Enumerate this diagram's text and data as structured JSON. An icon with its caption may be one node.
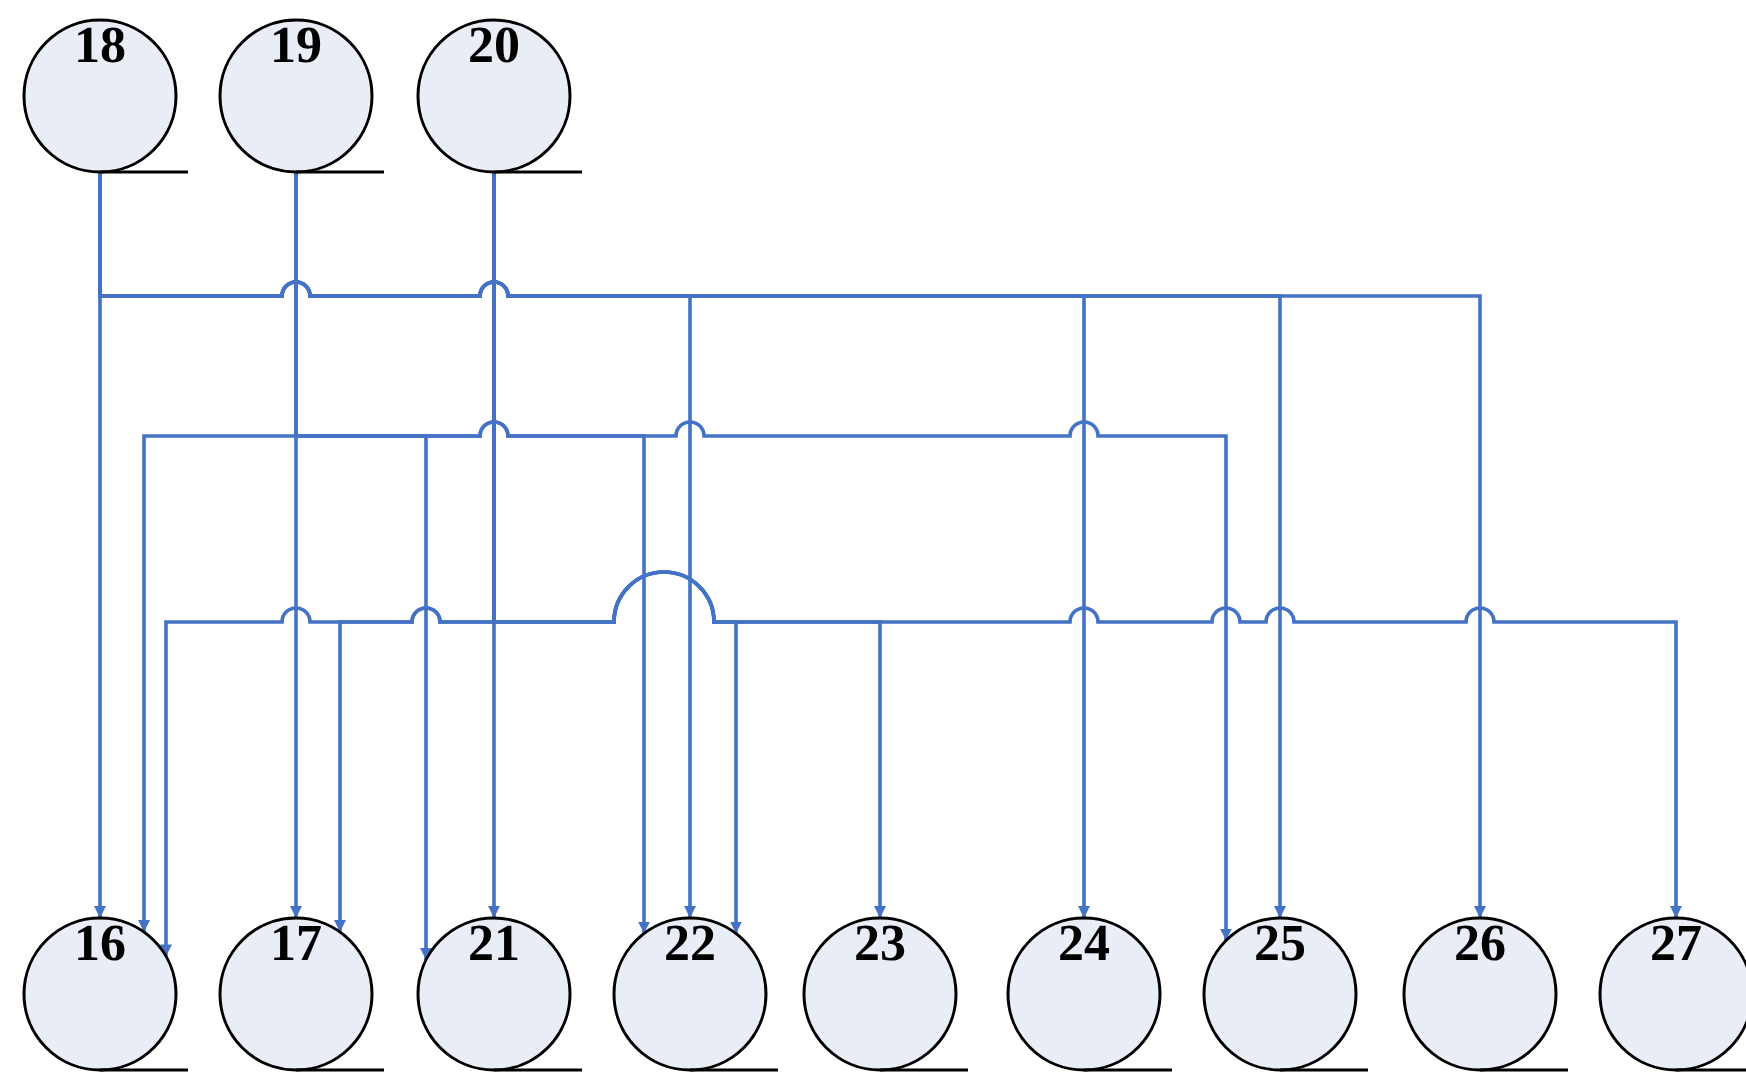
{
  "diagram": {
    "nodes": [
      {
        "text": [
          "18"
        ]
      },
      {
        "text": [
          "19"
        ]
      },
      {
        "text": [
          "20"
        ]
      },
      {
        "text": [
          "16"
        ]
      },
      {
        "text": [
          "17"
        ]
      },
      {
        "text": [
          "21"
        ]
      },
      {
        "text": [
          "22"
        ]
      },
      {
        "text": [
          "23"
        ]
      },
      {
        "text": [
          "24"
        ]
      },
      {
        "text": [
          "25"
        ]
      },
      {
        "text": [
          "26"
        ]
      },
      {
        "text": [
          "27"
        ]
      }
    ],
    "edges": [
      {
        "from": 0,
        "to": 3,
        "arrow": "to"
      },
      {
        "from": 0,
        "to": 6,
        "arrow": "to"
      },
      {
        "from": 0,
        "to": 8,
        "arrow": "to"
      },
      {
        "from": 0,
        "to": 9,
        "arrow": "to"
      },
      {
        "from": 0,
        "to": 10,
        "arrow": "to"
      },
      {
        "from": 1,
        "to": 3,
        "arrow": "to"
      },
      {
        "from": 1,
        "to": 4,
        "arrow": "to"
      },
      {
        "from": 1,
        "to": 5,
        "arrow": "to"
      },
      {
        "from": 1,
        "to": 6,
        "arrow": "to"
      },
      {
        "from": 1,
        "to": 9,
        "arrow": "to"
      },
      {
        "from": 2,
        "to": 3,
        "arrow": "to"
      },
      {
        "from": 2,
        "to": 4,
        "arrow": "to"
      },
      {
        "from": 2,
        "to": 5,
        "arrow": "to"
      },
      {
        "from": 2,
        "to": 6,
        "arrow": "to"
      },
      {
        "from": 2,
        "to": 7,
        "arrow": "to"
      },
      {
        "from": 2,
        "to": 11,
        "arrow": "to"
      }
    ]
  }
}
